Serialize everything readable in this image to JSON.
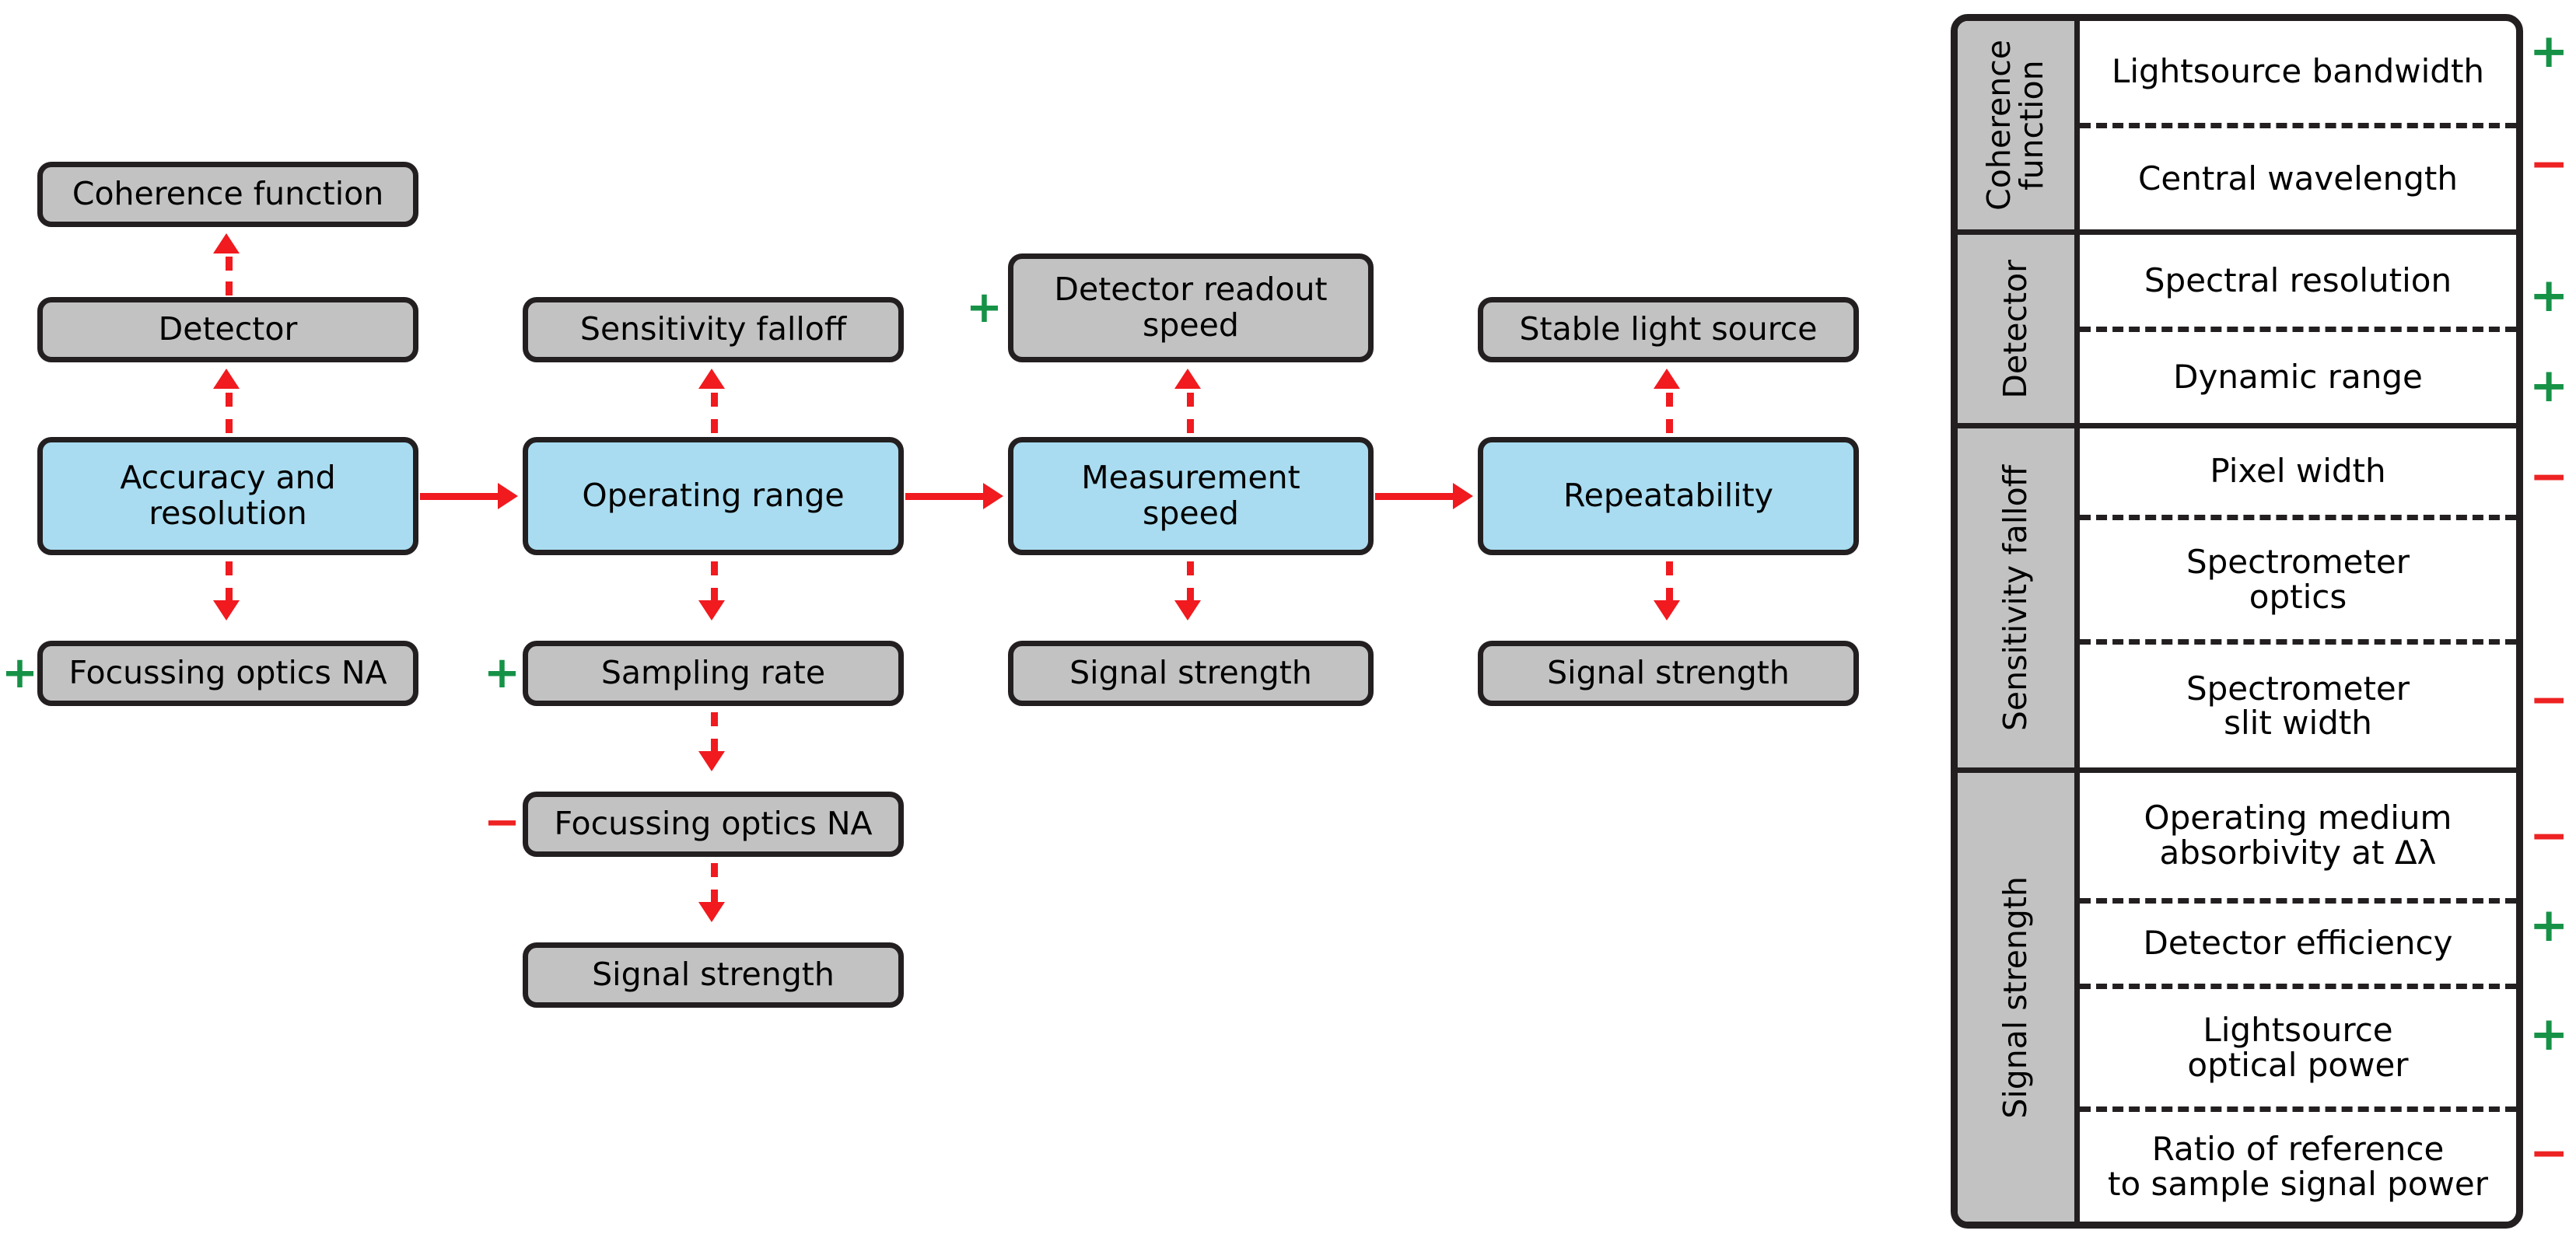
{
  "flow": {
    "columns": [
      {
        "key": "col1",
        "top_node": "Coherence function",
        "mid_node": "Detector",
        "main_node": "Accuracy and\nresolution",
        "below_1": "Focussing optics NA",
        "below_1_sign": "+",
        "below_2": null,
        "below_3": null
      },
      {
        "key": "col2",
        "top_node": "Sensitivity falloff",
        "main_node": "Operating range",
        "below_1": "Sampling rate",
        "below_1_sign": "+",
        "below_2": "Focussing optics NA",
        "below_2_sign": "−",
        "below_3": "Signal strength"
      },
      {
        "key": "col3",
        "top_node": "Detector readout\nspeed",
        "top_node_sign": "+",
        "main_node": "Measurement\nspeed",
        "below_1": "Signal strength"
      },
      {
        "key": "col4",
        "top_node": "Stable light source",
        "main_node": "Repeatability",
        "below_1": "Signal strength"
      }
    ],
    "labels": {
      "coherence_function": "Coherence function",
      "detector": "Detector",
      "accuracy_and_resolution": "Accuracy and\nresolution",
      "focussing_optics_na_1": "Focussing optics NA",
      "sensitivity_falloff": "Sensitivity falloff",
      "operating_range": "Operating range",
      "sampling_rate": "Sampling rate",
      "focussing_optics_na_2": "Focussing optics NA",
      "signal_strength_2": "Signal strength",
      "detector_readout_speed": "Detector readout\nspeed",
      "measurement_speed": "Measurement\nspeed",
      "signal_strength_3": "Signal strength",
      "stable_light_source": "Stable light source",
      "repeatability": "Repeatability",
      "signal_strength_4": "Signal strength"
    },
    "signs": {
      "focussing_optics_na_1": "+",
      "sampling_rate": "+",
      "focussing_optics_na_2": "−",
      "detector_readout_speed": "+"
    }
  },
  "table": {
    "groups": [
      {
        "label": "Coherence\nfunction",
        "rows": [
          {
            "label": "Lightsource bandwidth",
            "sign": "+"
          },
          {
            "label": "Central wavelength",
            "sign": "−"
          }
        ]
      },
      {
        "label": "Detector",
        "rows": [
          {
            "label": "Spectral resolution",
            "sign": "+"
          },
          {
            "label": "Dynamic range",
            "sign": "+"
          }
        ]
      },
      {
        "label": "Sensitivity falloff",
        "rows": [
          {
            "label": "Pixel width",
            "sign": "−"
          },
          {
            "label": "Spectrometer\noptics",
            "sign": ""
          },
          {
            "label": "Spectrometer\nslit width",
            "sign": "−"
          }
        ]
      },
      {
        "label": "Signal strength",
        "rows": [
          {
            "label": "Operating medium\nabsorbivity at Δλ",
            "sign": "−"
          },
          {
            "label": "Detector efficiency",
            "sign": "+"
          },
          {
            "label": "Lightsource\noptical power",
            "sign": "+"
          },
          {
            "label": "Ratio of reference\nto sample signal power",
            "sign": "−"
          }
        ]
      }
    ]
  },
  "colors": {
    "node_gray": "#c2c2c2",
    "node_blue": "#a9dcf0",
    "outline": "#231f20",
    "arrow_red": "#f01a1f",
    "plus_green": "#169247",
    "minus_red": "#ee2222",
    "table_body": "#ffffff"
  }
}
